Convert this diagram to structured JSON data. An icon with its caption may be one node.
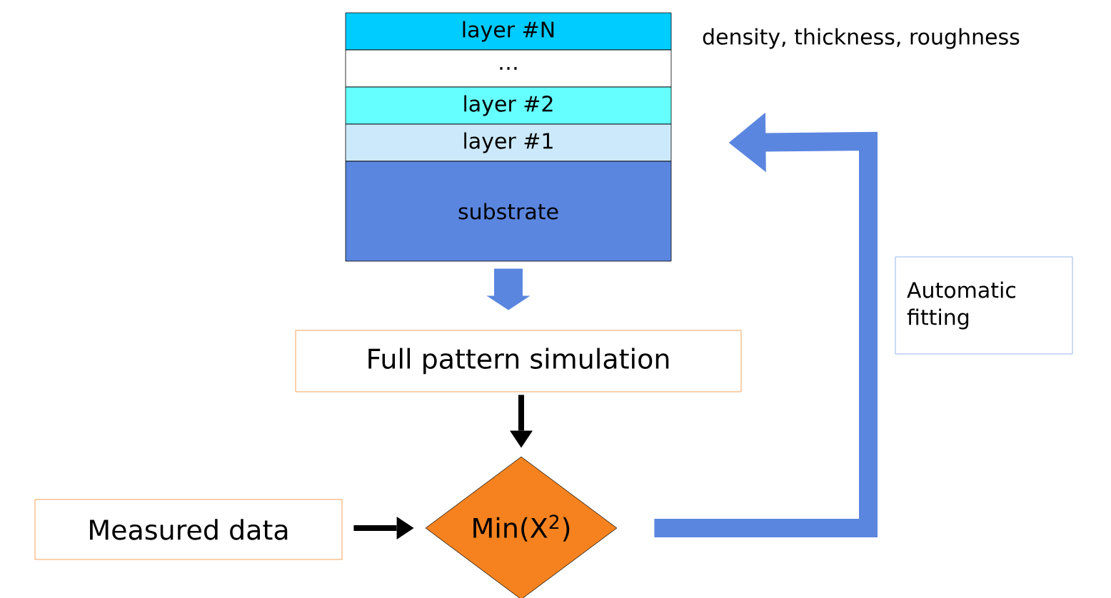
{
  "diagram": {
    "nodes": [
      {
        "text": [
          "layer #N"
        ]
      },
      {
        "text": [
          "…"
        ]
      },
      {
        "text": [
          "layer #2"
        ]
      },
      {
        "text": [
          "layer #1"
        ]
      },
      {
        "text": [
          "substrate"
        ]
      },
      {
        "text": [
          "Full pattern simulation"
        ]
      },
      {
        "text": [
          "Min(X$^{2}$)"
        ]
      },
      {
        "text": [
          "Measured data"
        ]
      },
      {
        "text": [
          "Automatic fitting"
        ]
      }
    ],
    "edges": [
      {
        "from": 4,
        "to": 5,
        "arrow": "to",
        "style": "thick",
        "color": "#5b86e0"
      },
      {
        "from": 5,
        "to": 6,
        "arrow": "to",
        "color": "#000000"
      },
      {
        "from": 7,
        "to": 6,
        "arrow": "to",
        "color": "#000000"
      },
      {
        "from": 6,
        "to": 3,
        "arrow": "to",
        "style": "thick",
        "color": "#5b86e0"
      }
    ],
    "labels": [
      "density, thickness, roughness"
    ]
  }
}
